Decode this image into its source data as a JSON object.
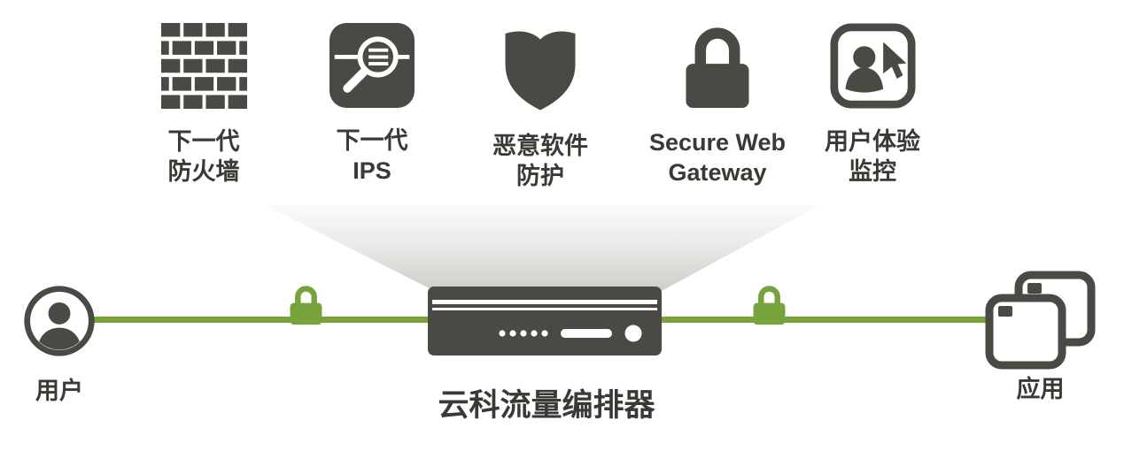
{
  "diagram": {
    "services": [
      {
        "label_line1": "下一代",
        "label_line2": "防火墙",
        "icon": "firewall-bricks-icon"
      },
      {
        "label_line1": "下一代",
        "label_line2": "IPS",
        "icon": "ips-magnifier-icon"
      },
      {
        "label_line1": "恶意软件",
        "label_line2": "防护",
        "icon": "shield-icon"
      },
      {
        "label_line1": "Secure Web",
        "label_line2": "Gateway",
        "icon": "lock-icon"
      },
      {
        "label_line1": "用户体验",
        "label_line2": "监控",
        "icon": "user-monitor-cursor-icon"
      }
    ],
    "user_label": "用户",
    "orchestrator_label": "云科流量编排器",
    "apps_label": "应用",
    "colors": {
      "icon_dark": "#4a4943",
      "accent_green": "#77a33d",
      "funnel_gray": "#c9c9c4",
      "text": "#3a3934"
    }
  }
}
